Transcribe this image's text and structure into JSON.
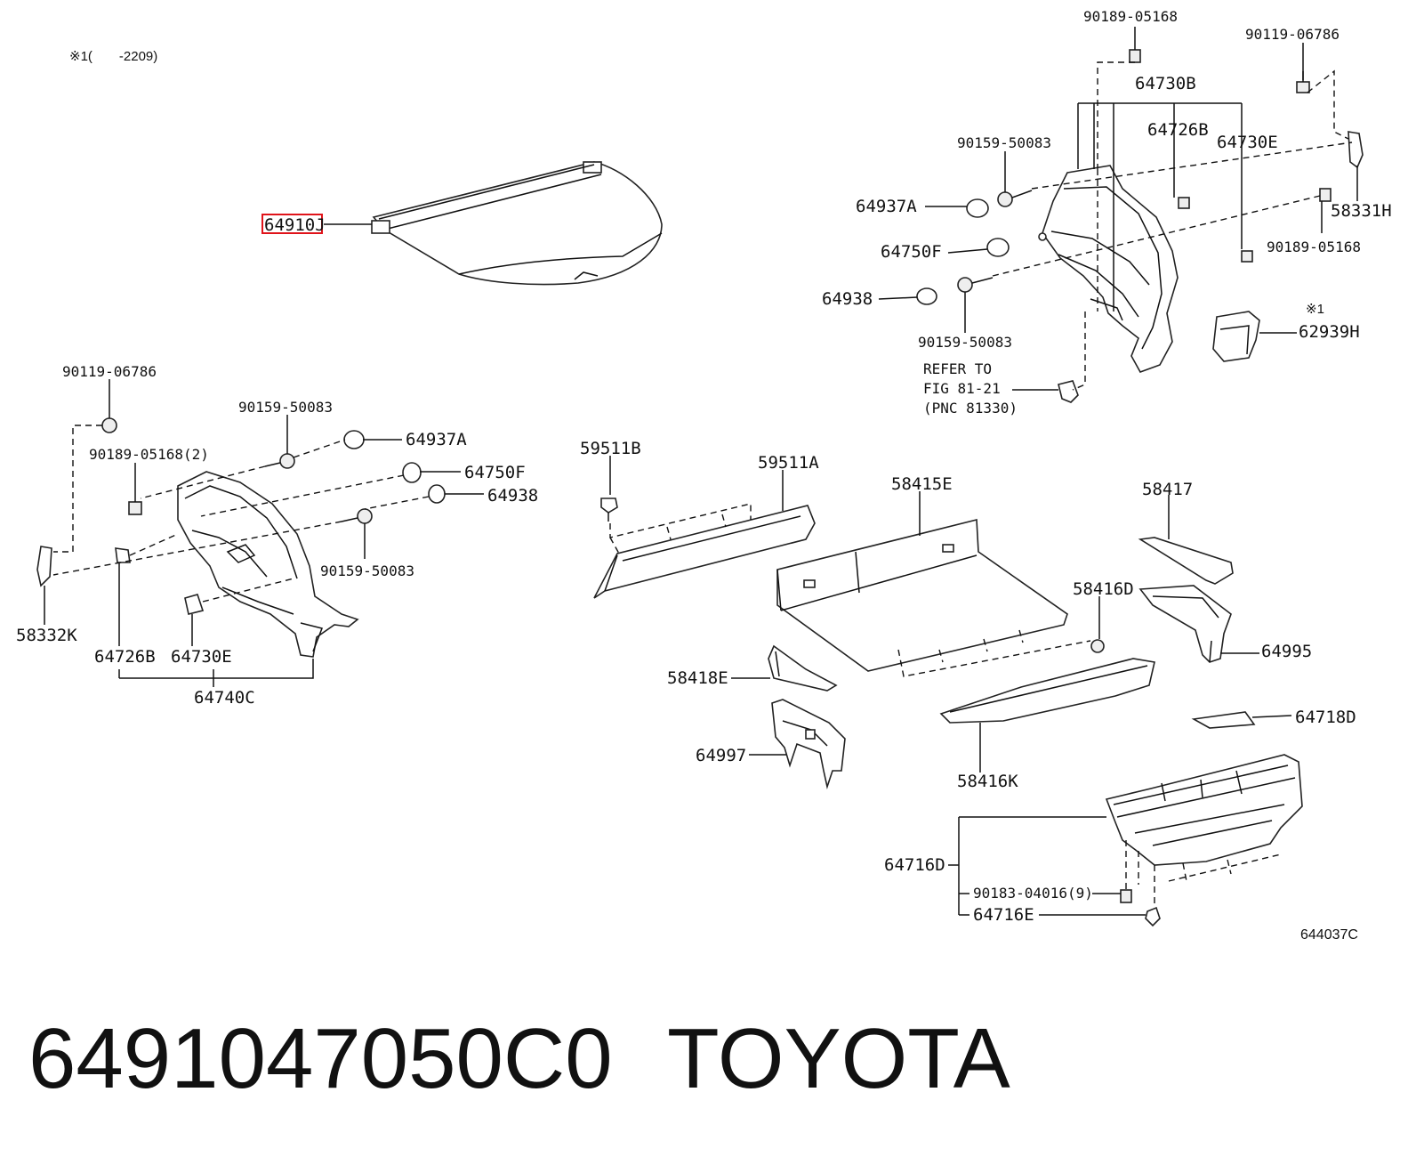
{
  "note_top_left": "※1(　　-2209)",
  "highlight_color": "#e0131a",
  "footer": {
    "part_number": "6491047050C0",
    "brand": "TOYOTA"
  },
  "diagram_code": "644037C",
  "callouts": {
    "c64910J": "64910J",
    "c90189_05168_top": "90189-05168",
    "c90119_06786_right": "90119-06786",
    "c64730B": "64730B",
    "c64726B_right": "64726B",
    "c90159_50083_r1": "90159-50083",
    "c64730E_right": "64730E",
    "c64937A_right": "64937A",
    "c58331H": "58331H",
    "c64750F_right": "64750F",
    "c90189_05168_right": "90189-05168",
    "c64938_right": "64938",
    "c90159_50083_r2": "90159-50083",
    "c_note1": "※1",
    "c62939H": "62939H",
    "refer_line1": "REFER TO",
    "refer_line2": "FIG 81-21",
    "refer_line3": "(PNC 81330)",
    "c90119_06786_left": "90119-06786",
    "c90159_50083_l1": "90159-50083",
    "c64937A_left": "64937A",
    "c90189_05168_2": "90189-05168(2)",
    "c64750F_left": "64750F",
    "c64938_left": "64938",
    "c90159_50083_l2": "90159-50083",
    "c58332K": "58332K",
    "c64726B_left": "64726B",
    "c64730E_left": "64730E",
    "c64740C": "64740C",
    "c59511B": "59511B",
    "c59511A": "59511A",
    "c58415E": "58415E",
    "c58417": "58417",
    "c58416D": "58416D",
    "c64995": "64995",
    "c58418E": "58418E",
    "c64997": "64997",
    "c58416K": "58416K",
    "c64718D": "64718D",
    "c64716D": "64716D",
    "c90183_04016": "90183-04016(9)",
    "c64716E": "64716E"
  }
}
